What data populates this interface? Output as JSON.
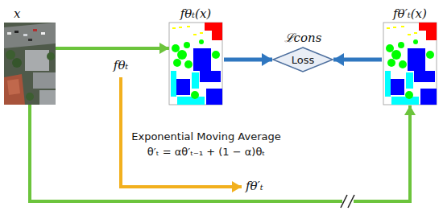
{
  "diagram": {
    "nodes": [
      {
        "text": [
          "x"
        ]
      },
      {
        "text": [
          "fθₜ(x)"
        ]
      },
      {
        "text": [
          "ℒcons",
          "Loss"
        ]
      },
      {
        "text": [
          "fθ′ₜ(x)"
        ]
      }
    ],
    "edges": [
      {
        "from": 0,
        "to": 1,
        "arrow": "to"
      },
      {
        "from": 1,
        "to": 2,
        "arrow": "to"
      },
      {
        "from": 3,
        "to": 2,
        "arrow": "to"
      },
      {
        "from": 0,
        "to": 3,
        "arrow": "to"
      }
    ],
    "labels": [
      "fθₜ",
      "Exponential Moving Average",
      "θ′ₜ = αθ′ₜ₋₁ + (1 − α)θₜ",
      "fθ′ₜ"
    ]
  }
}
